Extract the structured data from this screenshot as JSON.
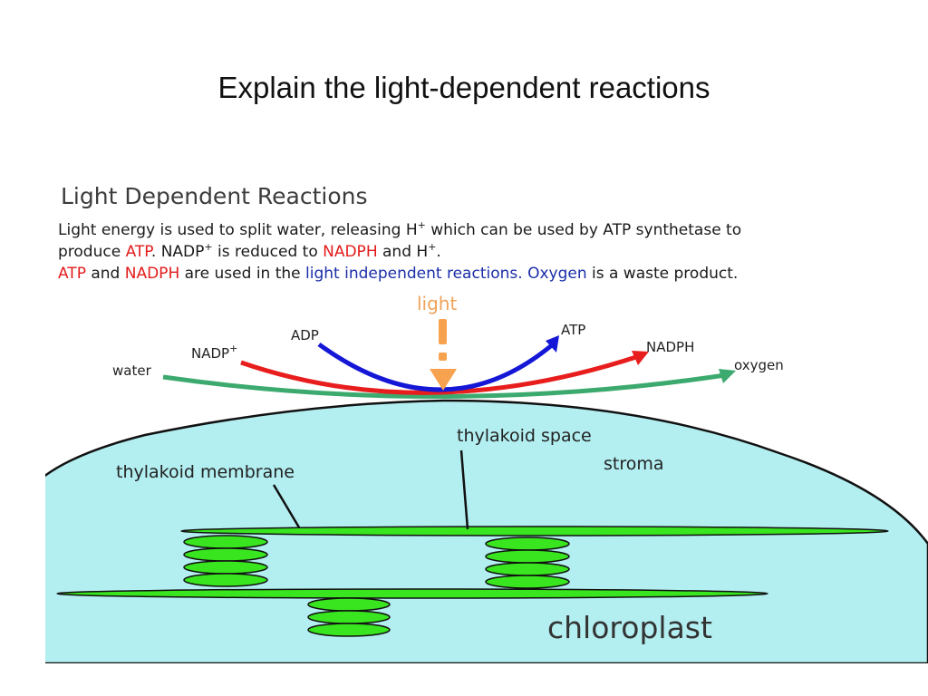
{
  "slide": {
    "title": "Explain the light-dependent reactions"
  },
  "diagram": {
    "heading": "Light Dependent Reactions",
    "line1": {
      "a": "Light energy is used to split water, releasing H",
      "sup": "+",
      "b": " which can be used by ATP synthetase to"
    },
    "line2": {
      "a": "produce ",
      "atp": "ATP",
      "b": ". NADP",
      "sup1": "+",
      "c": " is reduced to ",
      "nadph": "NADPH",
      "d": " and H",
      "sup2": "+",
      "e": "."
    },
    "line3": {
      "atp": "ATP",
      "a": " and ",
      "nadph": "NADPH",
      "b": " are used in the ",
      "lir": "light independent reactions.",
      "c": " ",
      "oxygen": "Oxygen",
      "d": " is a waste product."
    },
    "labels": {
      "light": "light",
      "water": "water",
      "nadp": "NADP",
      "nadp_sup": "+",
      "adp": "ADP",
      "atp": "ATP",
      "nadph": "NADPH",
      "oxygen": "oxygen",
      "thylakoid_space": "thylakoid space",
      "stroma": "stroma",
      "thylakoid_membrane": "thylakoid membrane",
      "chloroplast": "chloroplast"
    },
    "colors": {
      "stroma_fill": "#b3eef0",
      "thylakoid_green": "#39e51f",
      "water_arrow": "#3caa6e",
      "nadp_arrow": "#e81d1d",
      "adp_arrow": "#1417d6",
      "light_arrow": "#f7a24e"
    }
  }
}
